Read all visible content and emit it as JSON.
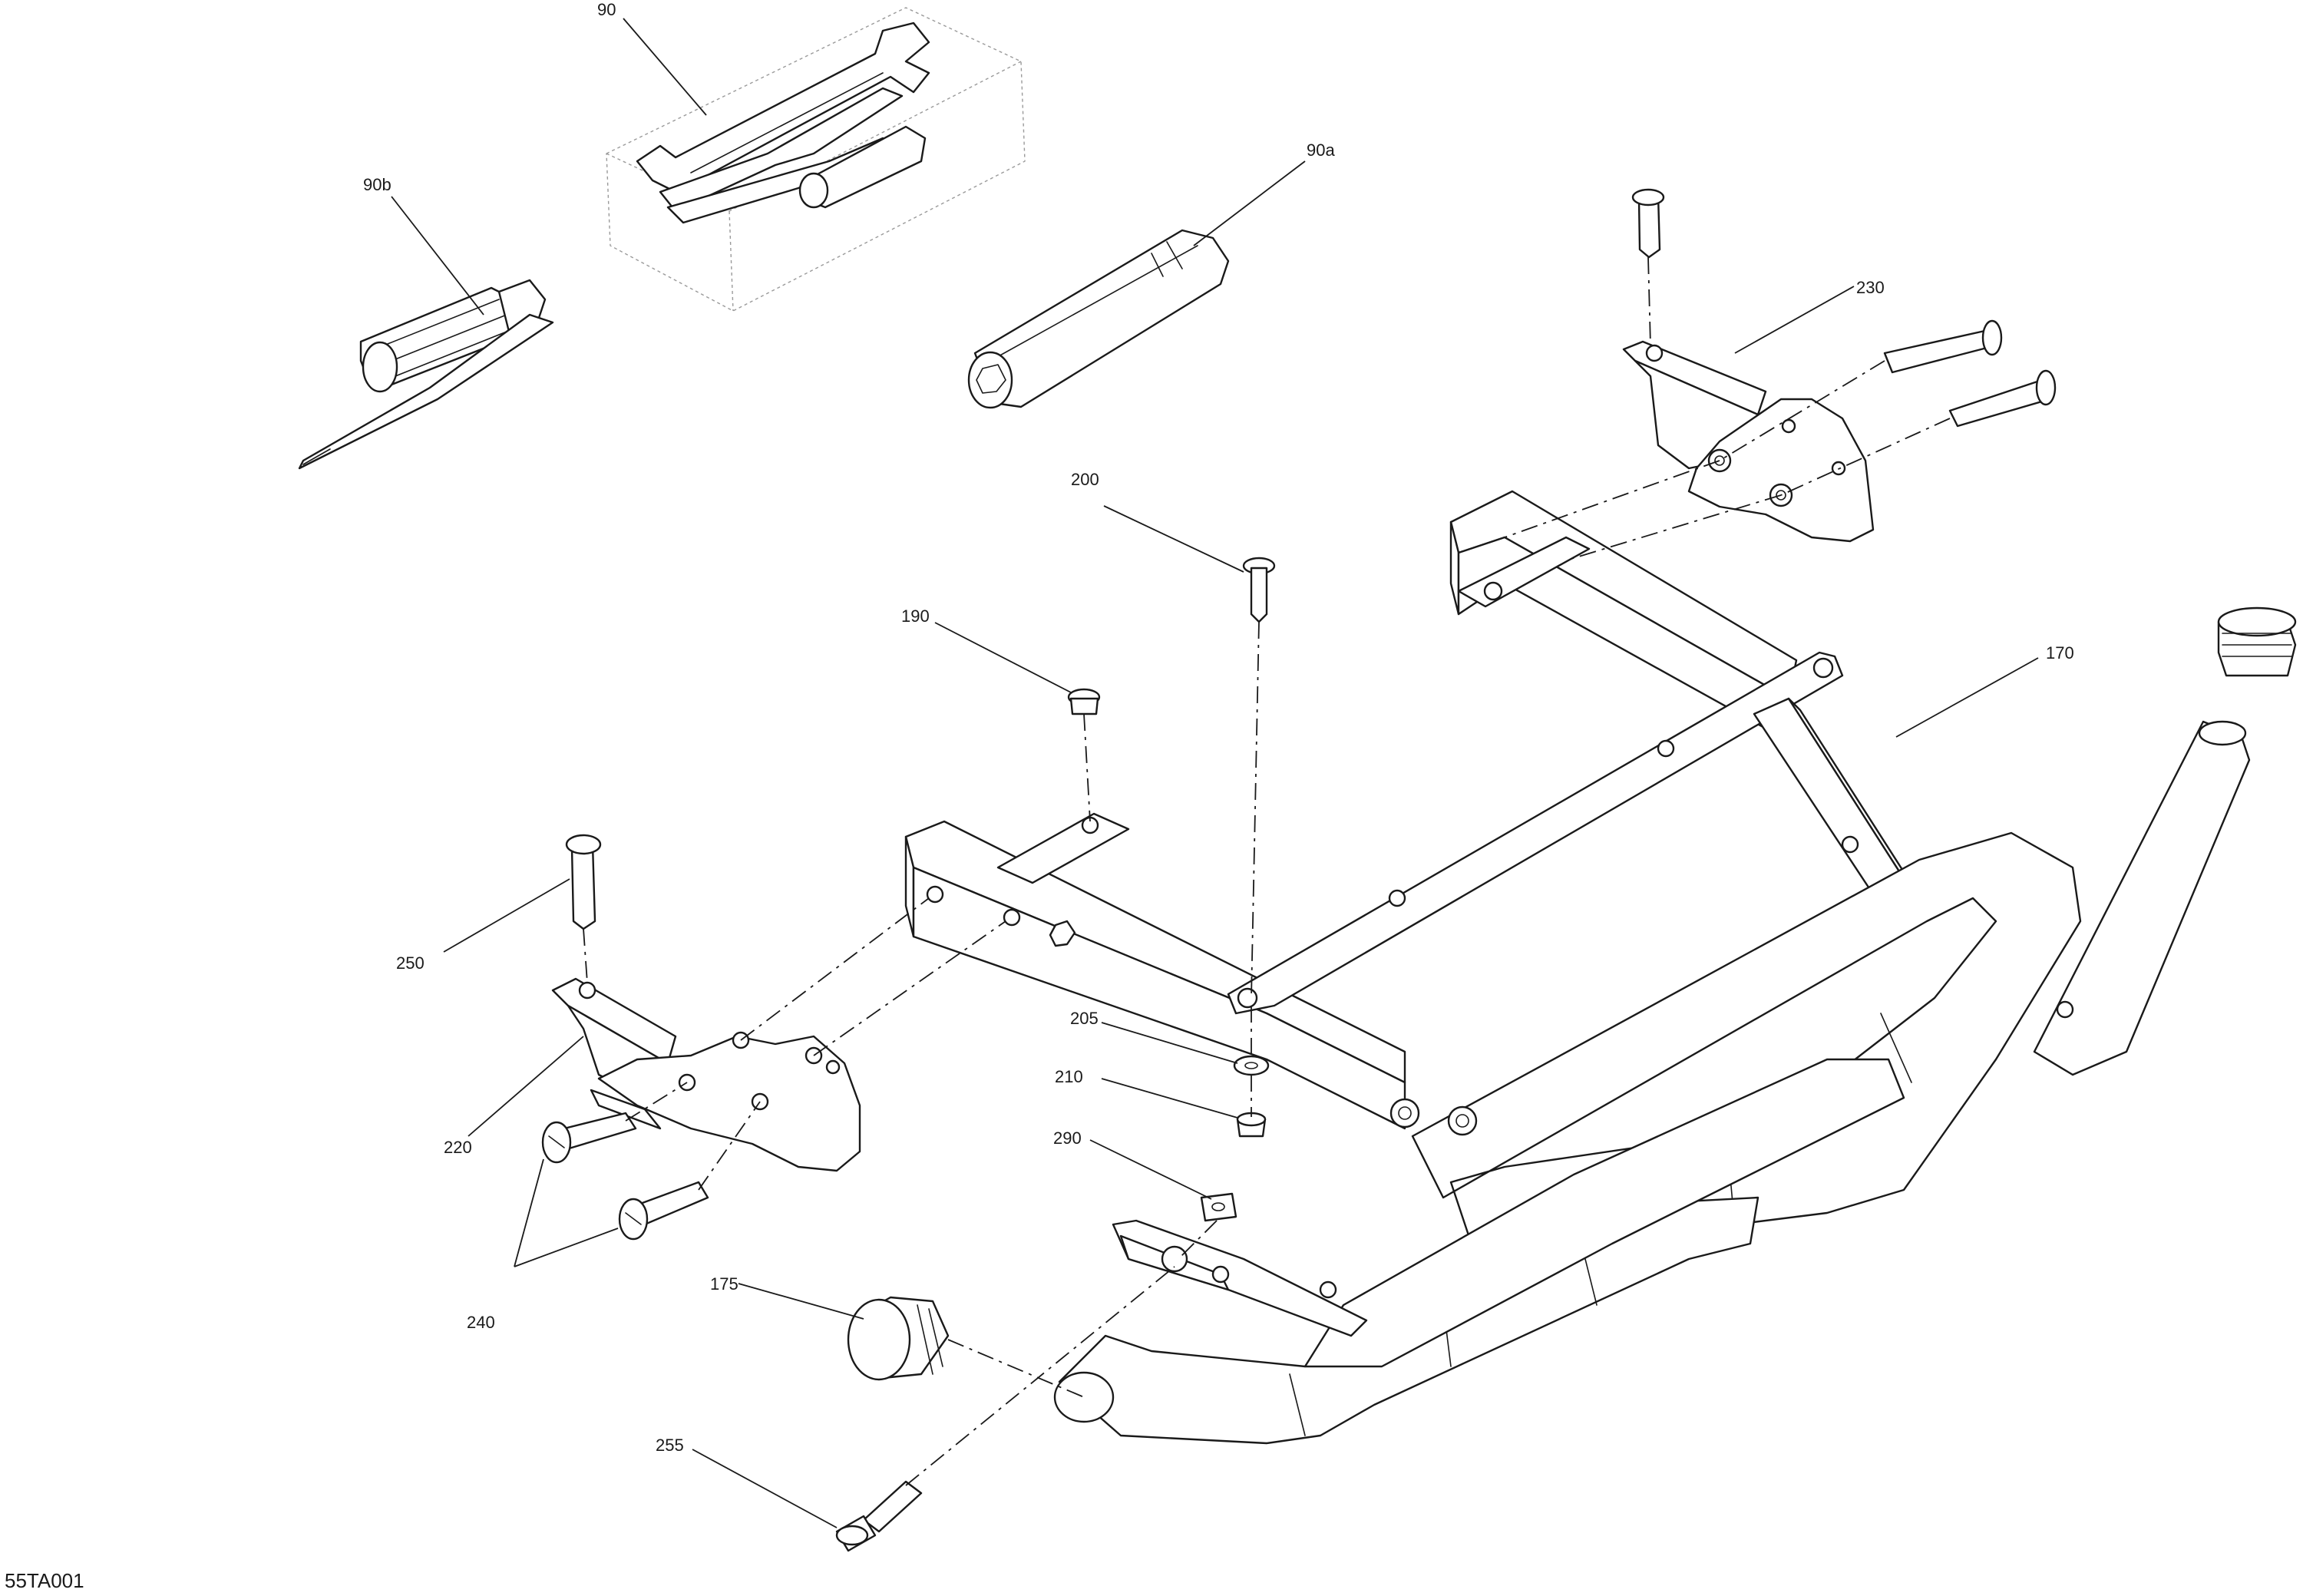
{
  "drawing_ref": "55TA001",
  "callouts": {
    "c90": "90",
    "c90a": "90a",
    "c90b": "90b",
    "c170": "170",
    "c175": "175",
    "c190": "190",
    "c200": "200",
    "c205": "205",
    "c210": "210",
    "c220": "220",
    "c230": "230",
    "c240": "240",
    "c250": "250",
    "c255": "255",
    "c290": "290"
  }
}
